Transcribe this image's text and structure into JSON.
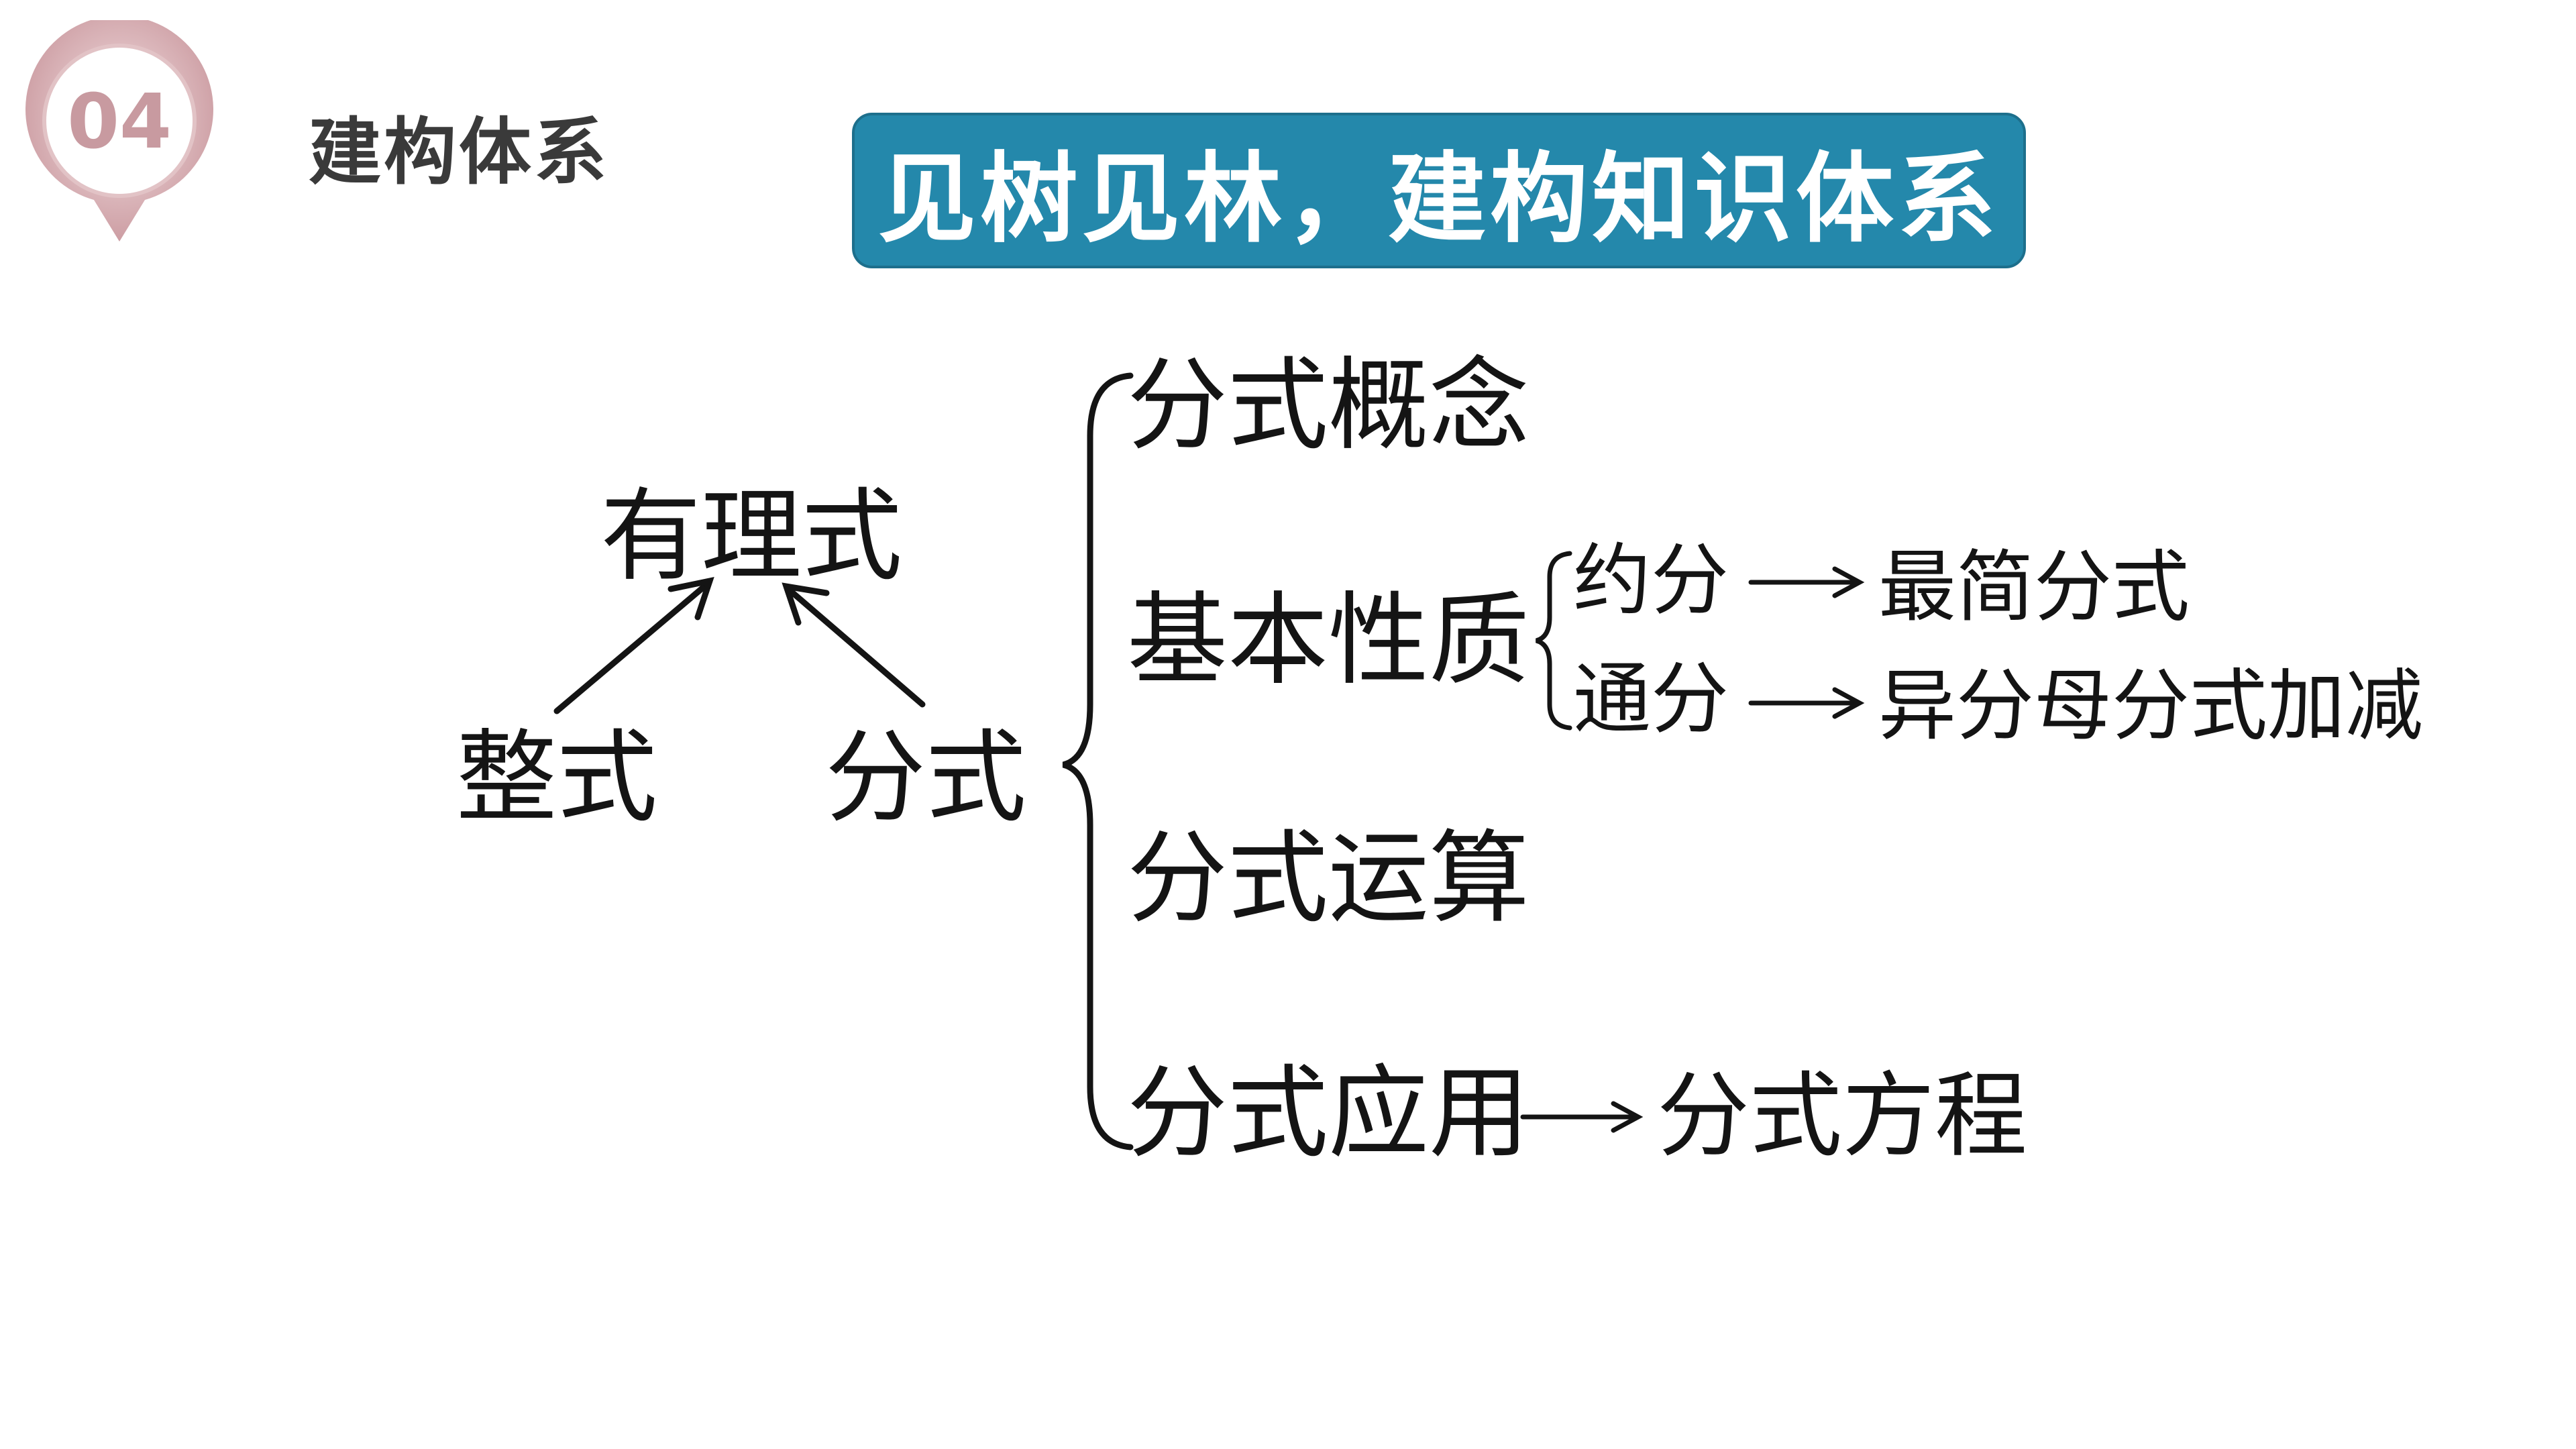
{
  "header": {
    "section_number": "04",
    "section_title": "建构体系",
    "banner_title": "见树见林，建构知识体系"
  },
  "diagram": {
    "root": "有理式",
    "children": [
      "整式",
      "分式"
    ],
    "branches": [
      {
        "label": "分式概念"
      },
      {
        "label": "基本性质",
        "sub": [
          {
            "label": "约分",
            "result": "最简分式"
          },
          {
            "label": "通分",
            "result": "异分母分式加减"
          }
        ]
      },
      {
        "label": "分式运算"
      },
      {
        "label": "分式应用",
        "result": "分式方程"
      }
    ]
  },
  "colors": {
    "banner": "#2488ab",
    "pin": "#d4a9ae",
    "section_title": "#3a3a3a"
  }
}
